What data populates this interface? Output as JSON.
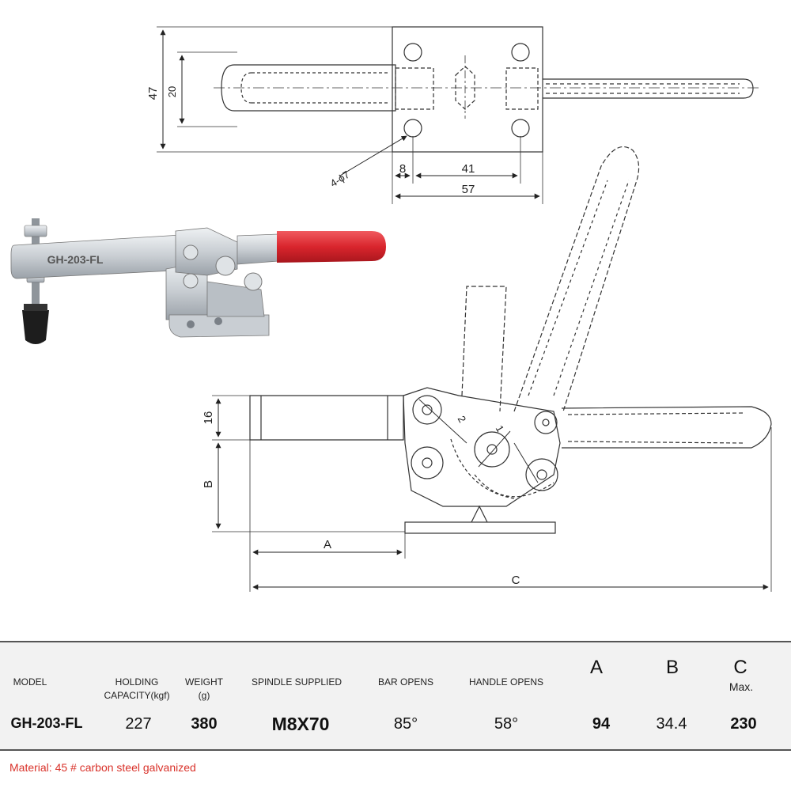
{
  "top_view": {
    "dim_47": "47",
    "dim_20": "20",
    "dim_8": "8",
    "dim_41": "41",
    "dim_57": "57",
    "hole_callout": "4-ϕ7"
  },
  "photo": {
    "label": "GH-203-FL"
  },
  "side_view": {
    "dim_16": "16",
    "dim_B": "B",
    "dim_A": "A",
    "dim_C": "C",
    "pivot_1": "1",
    "pivot_2": "2"
  },
  "table": {
    "headers": {
      "model": "MODEL",
      "holding_1": "HOLDING",
      "holding_2": "CAPACITY(kgf)",
      "weight_1": "WEIGHT",
      "weight_2": "(g)",
      "spindle": "SPINDLE SUPPLIED",
      "bar": "BAR OPENS",
      "handle": "HANDLE OPENS",
      "a": "A",
      "b": "B",
      "c": "C",
      "c_sub": "Max."
    },
    "row": {
      "model": "GH-203-FL",
      "holding": "227",
      "weight": "380",
      "spindle": "M8X70",
      "bar": "85°",
      "handle": "58°",
      "a": "94",
      "b": "34.4",
      "c": "230"
    }
  },
  "note": "Material: 45 # carbon steel galvanized",
  "colors": {
    "handle_grip": "#d9252d",
    "steel": "#cfd4d8",
    "note_text": "#d9322a"
  }
}
